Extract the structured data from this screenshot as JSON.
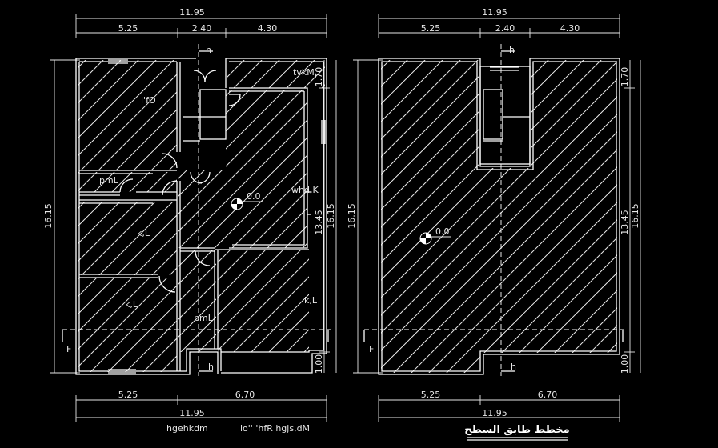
{
  "left_plan": {
    "dim_top_total": "11.95",
    "dim_top_a": "5.25",
    "dim_top_b": "2.40",
    "dim_top_c": "4.30",
    "dim_bottom_a": "5.25",
    "dim_bottom_b": "6.70",
    "dim_bottom_total": "11.95",
    "dim_left_total": "16.15",
    "dim_right_top": "1.70",
    "dim_right_mid": "13.45",
    "dim_right_total": "16.15",
    "dim_right_bottom": "1.00",
    "room_top_right": "tvkM",
    "room_top_left": "l'fO",
    "room_bath_top": "pmL",
    "room_living": "whd,K",
    "room_bed_1": "k,L",
    "room_bed_2": "k,L",
    "room_bed_3": "k,L",
    "room_bath_bottom": "pmL",
    "level": "0.0",
    "section_h_top": "h",
    "section_h_bottom": "h",
    "section_f": "F",
    "caption_left": "hgehkdm",
    "caption_right": "lo'' 'hfR hgjs,dM"
  },
  "right_plan": {
    "dim_top_total": "11.95",
    "dim_top_a": "5.25",
    "dim_top_b": "2.40",
    "dim_top_c": "4.30",
    "dim_bottom_a": "5.25",
    "dim_bottom_b": "6.70",
    "dim_bottom_total": "11.95",
    "dim_left_total": "16.15",
    "dim_right_top": "1.70",
    "dim_right_mid": "13.45",
    "dim_right_total": "16.15",
    "dim_right_bottom": "1.00",
    "level": "0.0",
    "section_h_top": "h",
    "section_h_bottom": "h",
    "section_f": "F",
    "caption": "مخطط طابق السطح"
  }
}
